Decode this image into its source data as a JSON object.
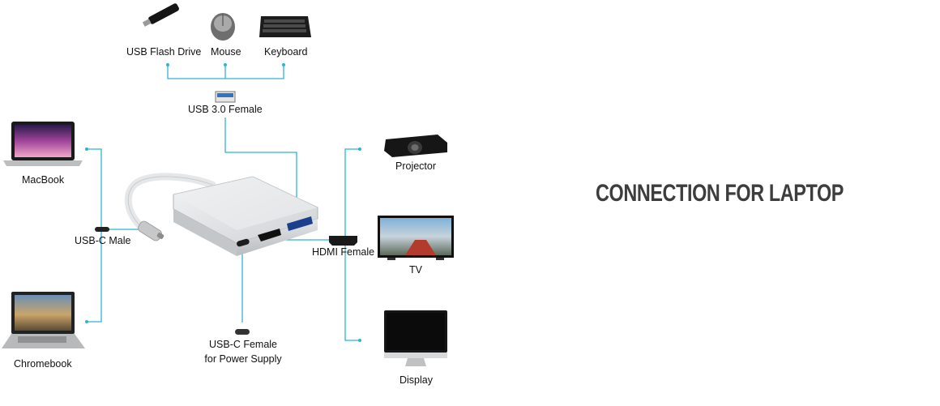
{
  "title": "CONNECTION FOR LAPTOP",
  "colors": {
    "connector_line": "#2fb3d3",
    "adapter_body": "#d4d6d8",
    "title_text": "#3d3d3d"
  },
  "labels": {
    "usb_flash_drive": "USB Flash Drive",
    "mouse": "Mouse",
    "keyboard": "Keyboard",
    "usb_female": "USB 3.0 Female",
    "macbook": "MacBook",
    "usbc_male": "USB-C Male",
    "chromebook": "Chromebook",
    "projector": "Projector",
    "tv": "TV",
    "hdmi_female": "HDMI Female",
    "display": "Display",
    "usbc_female_line1": "USB-C Female",
    "usbc_female_line2": "for Power Supply"
  }
}
